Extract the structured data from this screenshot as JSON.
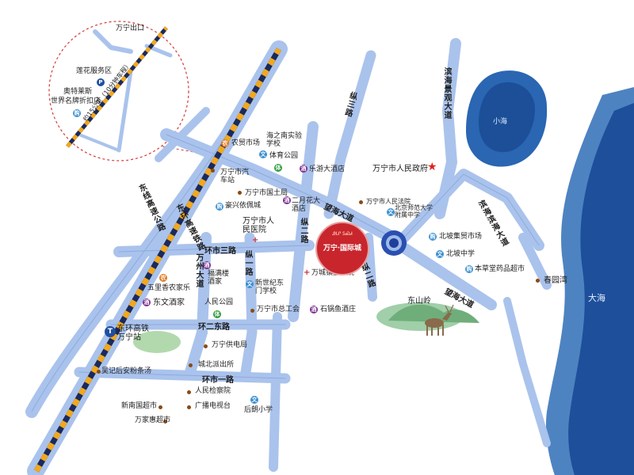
{
  "colors": {
    "road_fill": "#a9c2ea",
    "road_edge": "#7a9bd6",
    "rail_yellow": "#f2a81d",
    "rail_dark": "#1a2a5c",
    "sea_dark": "#1e5ca8",
    "sea_mid": "#3b7fc6",
    "pin_red": "#c8262c",
    "roundabout": "#1f3f9a"
  },
  "inset": {
    "exit_label": "万宁出口",
    "service_area": "莲花服务区",
    "outlet_line1": "奥特莱斯",
    "outlet_line2": "世界名牌折扣店",
    "distance_note": "约15公里（10分钟车程）"
  },
  "roads": {
    "zong_san": "纵三路",
    "binhai_jingguan": "滨海景观大道",
    "dongxian_gaosu": "东线高速公路",
    "dongxian_tielu": "东环高速铁路",
    "wanghai_north": "望海大道",
    "wanghai_south": "望海大道",
    "zong_er": "纵二路",
    "huanshi_san": "环市三路",
    "wanzhou": "万州大道",
    "zong_yi": "纵一路",
    "huan_er_dong": "环二东路",
    "huanshi_yi": "环市一路",
    "binhai_binhai": "滨海滨海大道",
    "zong_er_south": "纵二路"
  },
  "places": {
    "nongmao": "农贸市场",
    "haizhinan": "海之南实验学校",
    "tiyu_gongyuan": "体育公园",
    "leyou": "乐游大酒店",
    "qiche_zhan": "万宁市汽车站",
    "guotuju": "万宁市国土局",
    "haoxing": "豪兴依佩城",
    "eryuehua": "二月花大酒店",
    "renmin_yiyuan": "万宁市人民医院",
    "zhengfu": "万宁市人民政府",
    "fayuan": "万宁市人民法院",
    "shifan": "北京师范大学附属中学",
    "beipo_jimao": "北坡集贸市场",
    "beipo_zhongxue": "北坡中学",
    "bencaotang": "本草堂药品超市",
    "chunyuan": "春园湾",
    "fulou": "福满楼酒家",
    "wuli_xiang": "五里香农家乐",
    "dongwen": "东文酒家",
    "xinshiji": "新世纪东门学校",
    "renmin_gongyuan": "人民公园",
    "zonggonghui": "万宁市总工会",
    "shiguoyu": "石锅鱼酒庄",
    "wancheng_weisheng": "万城镇卫生院",
    "dongshanling": "东山岭",
    "gaotie_station": "东环高铁万宁站",
    "gongdianju": "万宁供电局",
    "chengbei_pcs": "城北派出所",
    "wuji": "吴记后安粉条汤",
    "jianchayuan": "人民检察院",
    "guangbo": "广播电视台",
    "xinnanguo": "新南国超市",
    "wanjiahui": "万家惠超市",
    "houlang": "后朗小学",
    "xiaohai": "小海",
    "dahai": "大海"
  },
  "project": {
    "title": "万宁·国际城",
    "subtitle": "ᎯᏓᎵ ᏚᏍᏗ"
  }
}
